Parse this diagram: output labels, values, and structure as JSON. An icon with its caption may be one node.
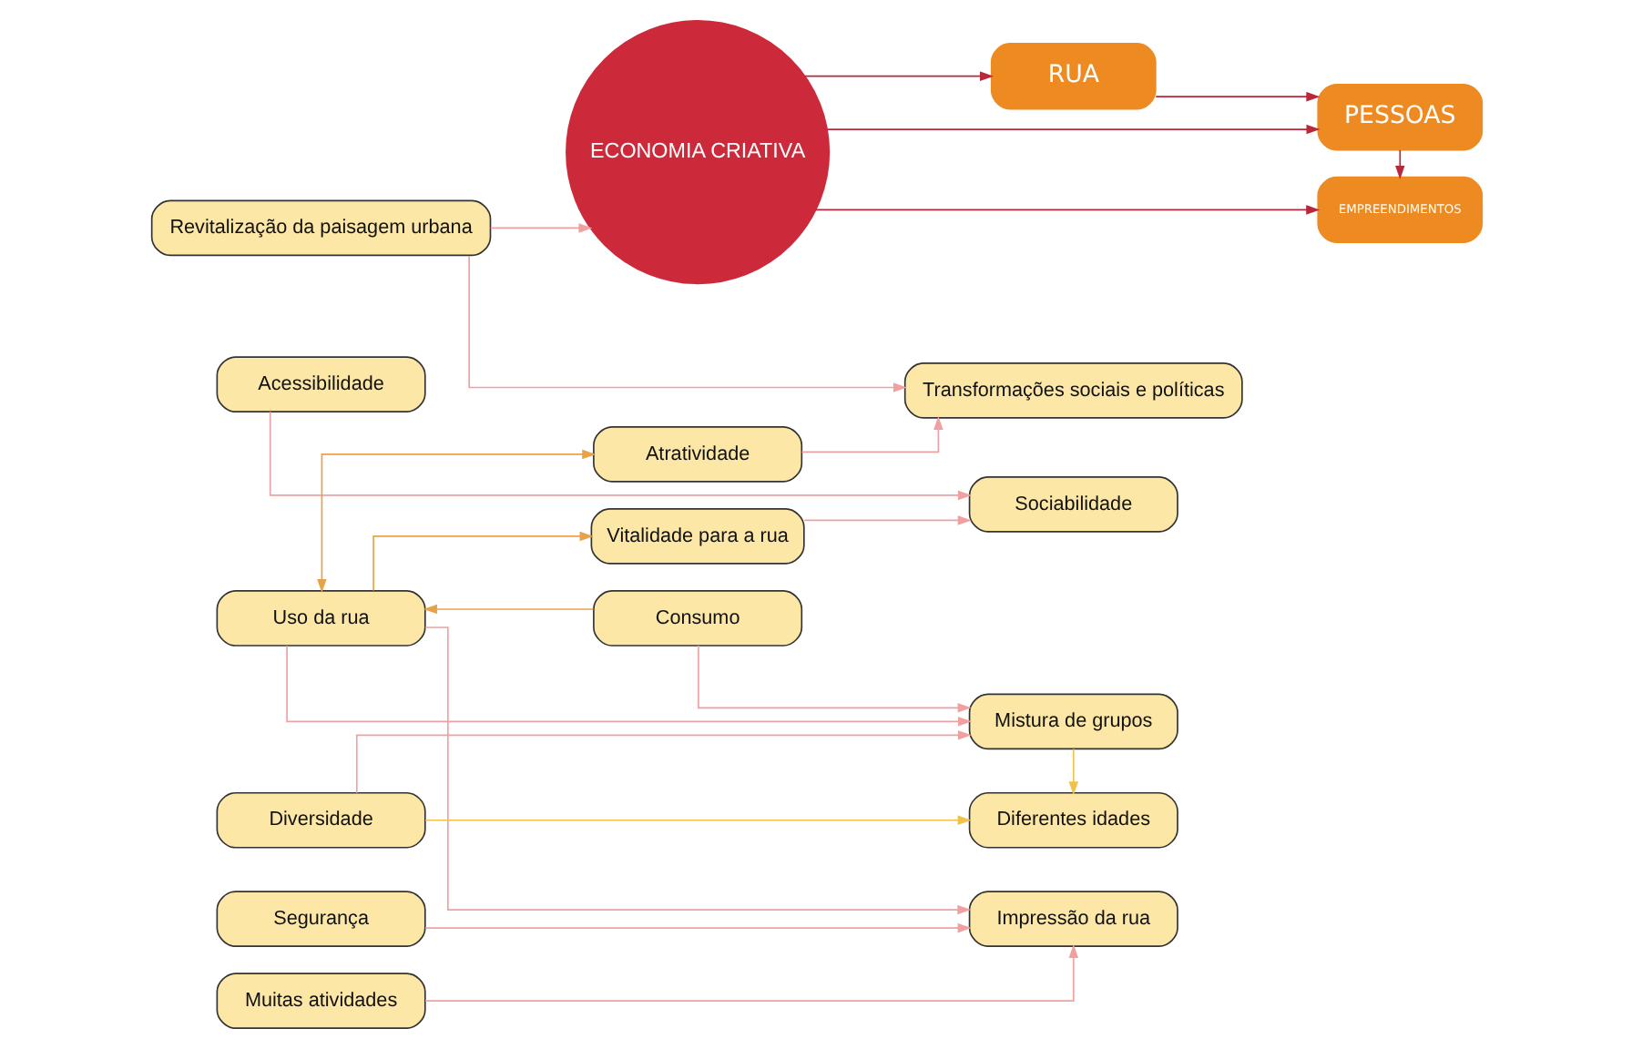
{
  "diagram": {
    "nodes": [
      {
        "text": [
          "Revitalização da paisagem urbana"
        ]
      },
      {
        "text": [
          "Uso da rua"
        ]
      },
      {
        "text": [
          "Diversidade"
        ]
      },
      {
        "text": [
          "Muitas atividades"
        ]
      },
      {
        "text": [
          "Acessibilidade"
        ]
      },
      {
        "text": [
          "Segurança"
        ]
      },
      {
        "text": [
          "ECONOMIA CRIATIVA"
        ]
      },
      {
        "text": [
          "RUA"
        ]
      },
      {
        "text": [
          "EMPREENDIMENTOS"
        ]
      },
      {
        "text": [
          "PESSOAS"
        ]
      },
      {
        "text": [
          "Consumo"
        ]
      },
      {
        "text": [
          "Atratividade"
        ]
      },
      {
        "text": [
          "Vitalidade para a rua"
        ]
      },
      {
        "text": [
          "Transformações sociais e políticas"
        ]
      },
      {
        "text": [
          "Mistura de grupos"
        ]
      },
      {
        "text": [
          "Diferentes idades"
        ]
      },
      {
        "text": [
          "Impressão da rua"
        ]
      },
      {
        "text": [
          "Sociabilidade"
        ]
      }
    ],
    "edges": [
      {
        "from": 0,
        "to": 6,
        "arrow": "to"
      },
      {
        "from": 0,
        "to": 13,
        "arrow": "to"
      },
      {
        "from": 10,
        "to": 1,
        "arrow": "to",
        "color": "#e8a24a"
      },
      {
        "from": 11,
        "to": 1,
        "arrow": "both",
        "color": "#e8a24a"
      },
      {
        "from": 1,
        "to": 12,
        "arrow": "to",
        "color": "#e8a24a"
      },
      {
        "from": 1,
        "to": 14,
        "arrow": "to"
      },
      {
        "from": 1,
        "to": 16,
        "arrow": "to"
      },
      {
        "from": 2,
        "to": 15,
        "arrow": "to",
        "color": "#f0c24a"
      },
      {
        "from": 2,
        "to": 14,
        "arrow": "to"
      },
      {
        "from": 14,
        "to": 15,
        "arrow": "to",
        "color": "#f0c24a"
      },
      {
        "from": 3,
        "to": 16,
        "arrow": "to"
      },
      {
        "from": 4,
        "to": 17,
        "arrow": "to"
      },
      {
        "from": 5,
        "to": 16,
        "arrow": "to"
      },
      {
        "from": 10,
        "to": 14,
        "arrow": "to"
      },
      {
        "from": 11,
        "to": 13,
        "arrow": "to"
      },
      {
        "from": 12,
        "to": 17,
        "arrow": "to"
      },
      {
        "from": 6,
        "to": 7,
        "arrow": "to",
        "color": "#b8283a"
      },
      {
        "from": 6,
        "to": 8,
        "arrow": "to",
        "color": "#b8283a"
      },
      {
        "from": 6,
        "to": 9,
        "arrow": "to",
        "color": "#b8283a"
      },
      {
        "from": 7,
        "to": 9,
        "arrow": "to",
        "color": "#b8283a"
      },
      {
        "from": 9,
        "to": 8,
        "arrow": "to",
        "color": "#b8283a"
      }
    ]
  }
}
